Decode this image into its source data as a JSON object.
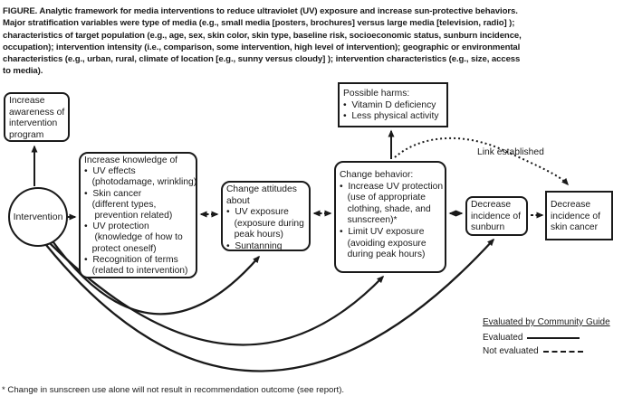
{
  "caption": {
    "lines": [
      "FIGURE. Analytic framework for media interventions to reduce ultraviolet (UV) exposure and increase sun-protective behaviors.",
      "Major stratification variables were type of media (e.g., small media [posters, brochures] versus large media [television, radio] );",
      "characteristics of target population (e.g., age, sex, skin color, skin type, baseline risk, socioeconomic status, sunburn incidence,",
      "occupation); intervention intensity (i.e., comparison, some intervention, high level of intervention); geographic or environmental",
      "characteristics (e.g., urban, rural, climate of location [e.g., sunny versus cloudy] ); intervention characteristics (e.g., size, access",
      "to media)."
    ]
  },
  "diagram": {
    "intervention": {
      "label": "Intervention"
    },
    "awareness": {
      "lines": [
        "Increase",
        "awareness of",
        "intervention",
        "program"
      ]
    },
    "knowledge": {
      "lines": [
        "Increase knowledge of",
        "•  UV effects",
        "   (photodamage, wrinkling)",
        "•  Skin cancer",
        "   (different types,",
        "    prevention related)",
        "•  UV protection",
        "    (knowledge of how to",
        "   protect oneself)",
        "•  Recognition of terms",
        "   (related to intervention)"
      ]
    },
    "attitudes": {
      "lines": [
        "Change attitudes",
        "about",
        "•  UV exposure",
        "   (exposure during",
        "   peak hours)",
        "•  Suntanning"
      ]
    },
    "harms": {
      "lines": [
        "Possible harms:",
        "•  Vitamin D deficiency",
        "•  Less physical activity"
      ]
    },
    "behavior": {
      "lines": [
        "Change behavior:",
        "•  Increase UV protection",
        "   (use of appropriate",
        "   clothing, shade, and",
        "   sunscreen)*",
        "•  Limit UV exposure",
        "   (avoiding exposure",
        "   during peak hours)"
      ]
    },
    "sunburn": {
      "lines": [
        "Decrease",
        "incidence of",
        "sunburn"
      ]
    },
    "skin_cancer": {
      "lines": [
        "Decrease",
        "incidence of",
        "skin cancer"
      ]
    },
    "link_label": "Link established"
  },
  "legend": {
    "title": "Evaluated by Community Guide",
    "evaluated": "Evaluated",
    "not_evaluated": "Not evaluated"
  },
  "footnote": "* Change in sunscreen use alone will not result in recommendation outcome (see report).",
  "colors": {
    "ink": "#1a1a1a",
    "background": "#ffffff"
  }
}
